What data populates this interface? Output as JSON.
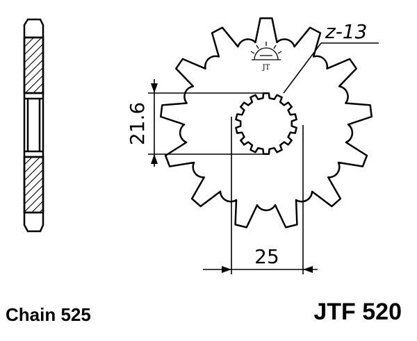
{
  "drawing": {
    "tooth_label": "z-13",
    "height_dimension": "21.6",
    "width_dimension": "25",
    "logo_text": "JT"
  },
  "footer": {
    "chain": "Chain 525",
    "model": "JTF 520"
  }
}
